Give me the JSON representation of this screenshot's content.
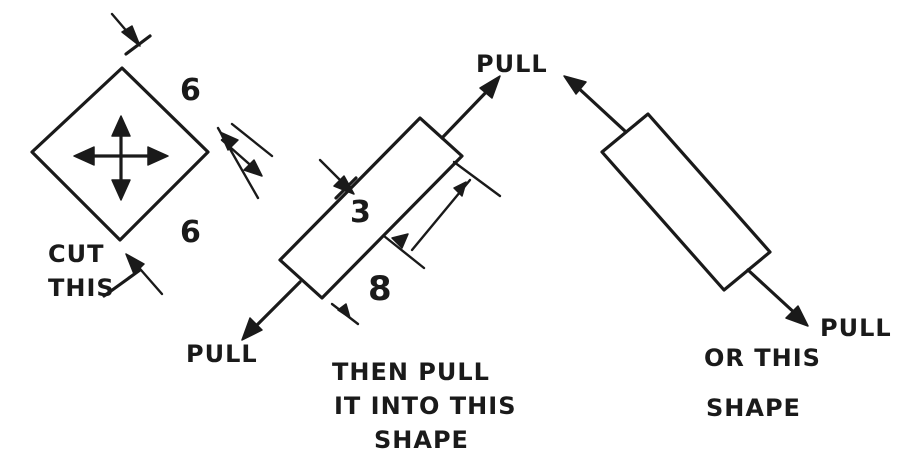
{
  "labels": {
    "square_top_dimension": "6",
    "square_bottom_dimension": "6",
    "cut_line1": "CUT",
    "cut_line2": "THIS",
    "pull_top_center": "PULL",
    "pull_bottom_left": "PULL",
    "pull_bottom_right": "PULL",
    "width_dimension": "3",
    "length_dimension": "8",
    "then_line1": "THEN PULL",
    "then_line2": "IT INTO THIS",
    "then_line3": "SHAPE",
    "or_line1": "OR THIS",
    "or_line2": "SHAPE"
  },
  "colors": {
    "ink": "#1a1a1a",
    "paper": "#ffffff"
  }
}
